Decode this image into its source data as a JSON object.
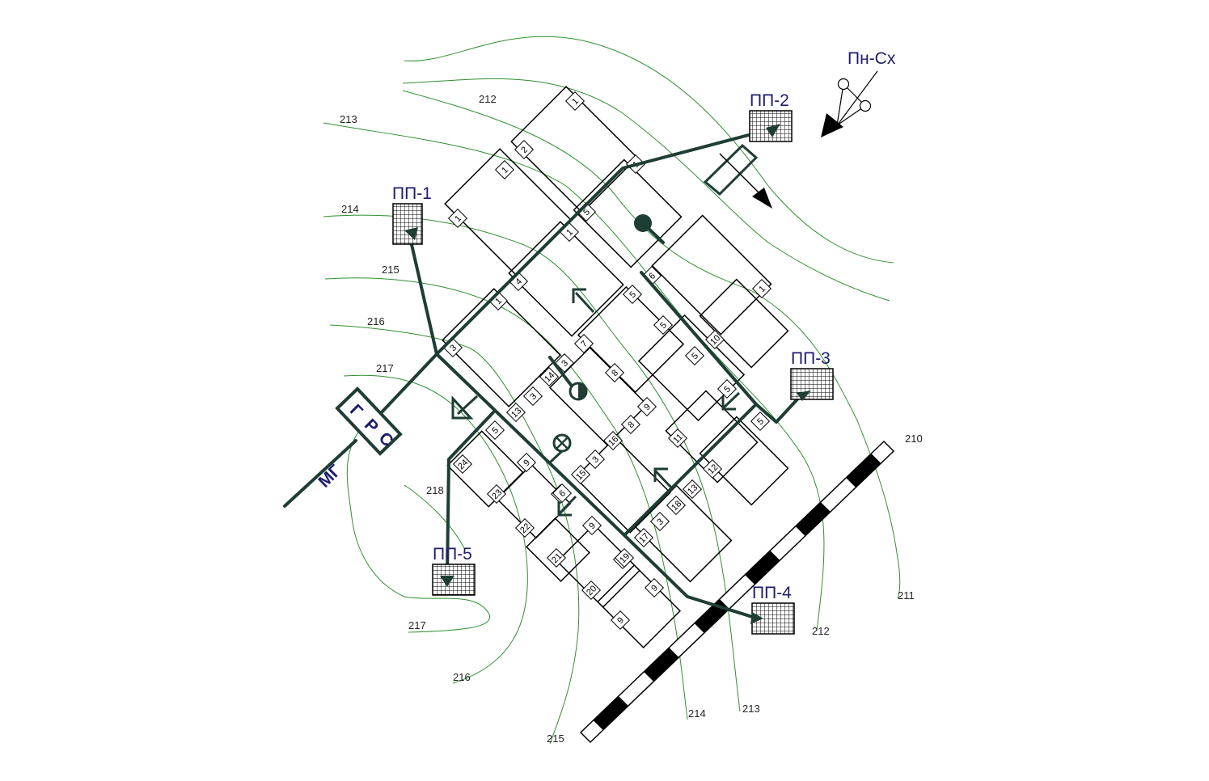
{
  "north_label": "Пн-Сх",
  "elevations": [
    "212",
    "213",
    "214",
    "215",
    "216",
    "217",
    "218",
    "210",
    "211",
    "212",
    "217",
    "216",
    "215",
    "214",
    "213"
  ],
  "stations": [
    "ПП-1",
    "ПП-2",
    "ПП-3",
    "ПП-4",
    "ПП-5"
  ],
  "grs": {
    "letters": [
      "Г",
      "Р",
      "С"
    ],
    "mg_label": "МГ"
  },
  "block_numbers": [
    "1",
    "2",
    "1",
    "1",
    "1",
    "5",
    "1",
    "4",
    "1",
    "6",
    "5",
    "1",
    "3",
    "5",
    "7",
    "10",
    "5",
    "3",
    "8",
    "14",
    "5",
    "3",
    "9",
    "5",
    "13",
    "8",
    "9",
    "16",
    "11",
    "9",
    "24",
    "5",
    "3",
    "23",
    "9",
    "15",
    "12",
    "22",
    "9",
    "13",
    "17",
    "18",
    "3",
    "21",
    "9",
    "20",
    "9",
    "19",
    "6"
  ],
  "colors": {
    "contour": "#2f8f2f",
    "pipe": "#1e3d35",
    "label": "#1c1c6e"
  }
}
